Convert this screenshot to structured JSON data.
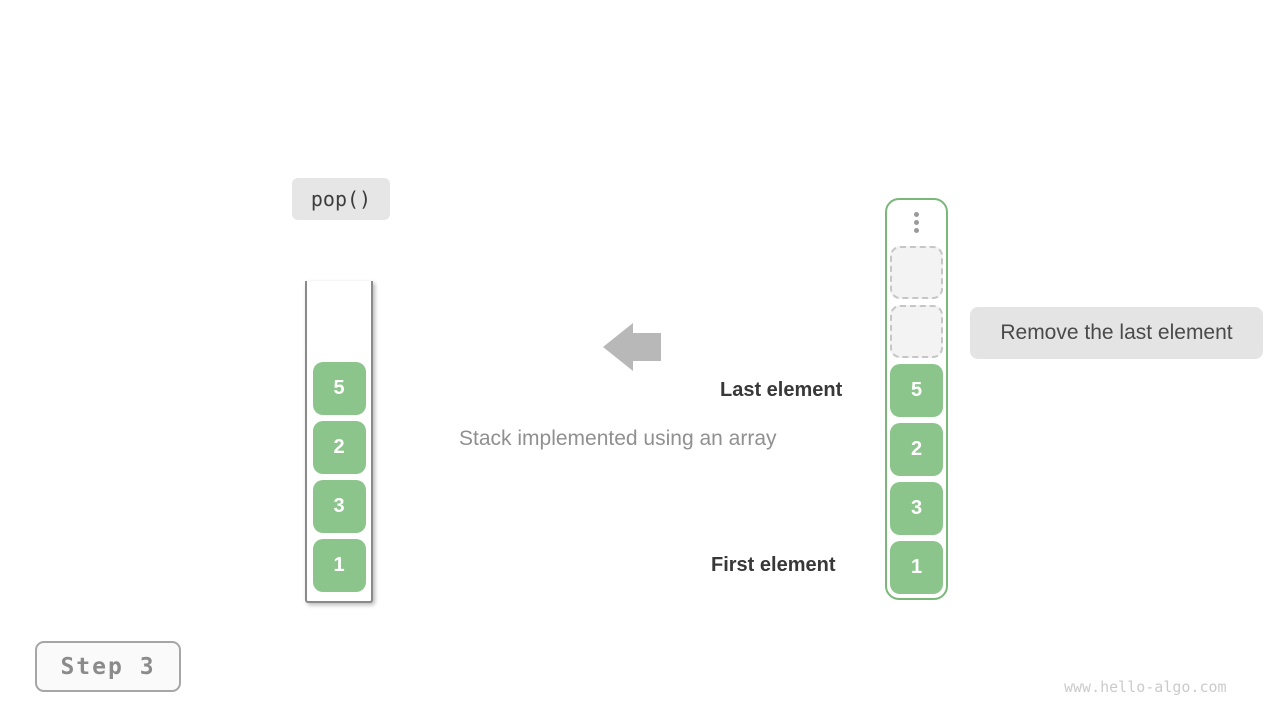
{
  "page": {
    "step_label": "Step 3",
    "watermark": "www.hello-algo.com"
  },
  "operation": {
    "label": "pop()"
  },
  "caption": "Stack implemented using an array",
  "annotations": {
    "last_element": "Last element",
    "first_element": "First element",
    "remove_note": "Remove the last element"
  },
  "left_stack": {
    "values": [
      "5",
      "2",
      "3",
      "1"
    ]
  },
  "right_stack": {
    "empty_slots": [
      "",
      ""
    ],
    "values": [
      "5",
      "2",
      "3",
      "1"
    ]
  },
  "colors": {
    "cell_green": "#8bc58b",
    "stack_border_green": "#79b879",
    "label_bg": "#e6e6e6",
    "arrow_gray": "#b8b8b8",
    "text_dark": "#383838",
    "text_gray": "#909090"
  }
}
